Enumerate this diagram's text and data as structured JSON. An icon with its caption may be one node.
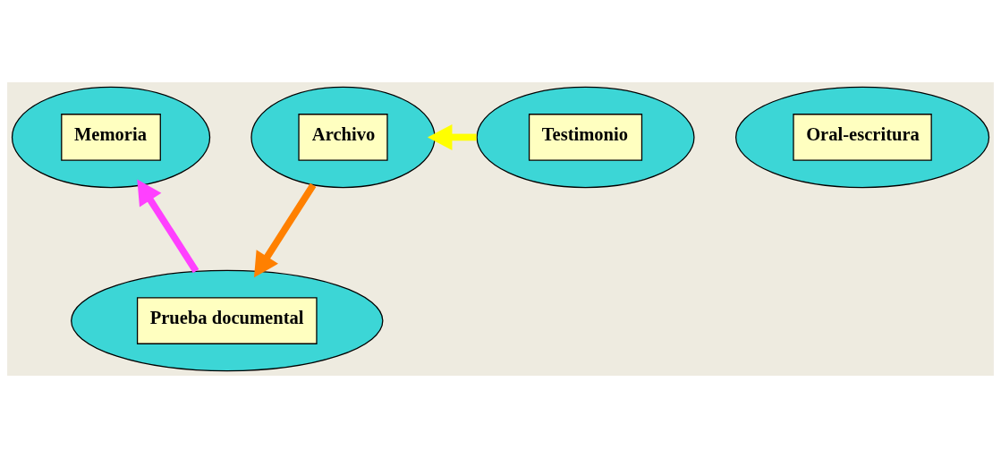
{
  "diagram": {
    "nodes": [
      {
        "text": [
          "Memoria"
        ]
      },
      {
        "text": [
          "Testimonio"
        ]
      },
      {
        "text": [
          "Oral-escritura"
        ]
      },
      {
        "text": [
          "Archivo"
        ]
      },
      {
        "text": [
          "Prueba documental"
        ]
      }
    ],
    "edges": [
      {
        "from": 1,
        "to": 3,
        "arrow": "to",
        "color": "#ffff00"
      },
      {
        "from": 3,
        "to": 4,
        "arrow": "to",
        "color": "#ff8000"
      },
      {
        "from": 4,
        "to": 0,
        "arrow": "to",
        "color": "#ff40ff"
      }
    ]
  }
}
